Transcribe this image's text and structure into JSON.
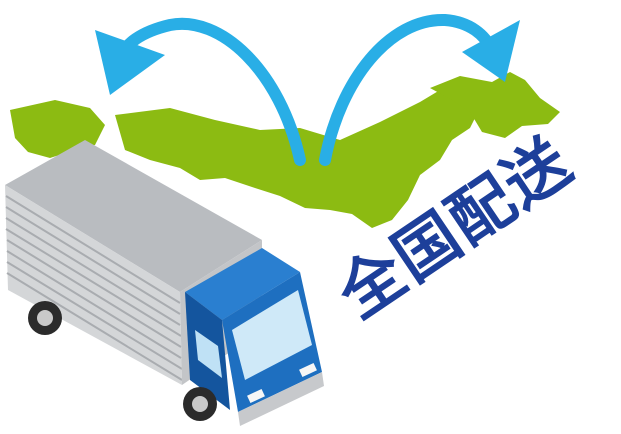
{
  "illustration": {
    "label": "全国配送",
    "colors": {
      "map_green": "#8cbb12",
      "arrow_blue": "#29aee6",
      "truck_blue": "#1e6fc0",
      "cab_dark_blue": "#14559e",
      "cargo_silver": "#d4d6d8",
      "label_navy": "#1d3f9a"
    },
    "icons": [
      "japan-map",
      "curved-arrow-left",
      "curved-arrow-right",
      "delivery-truck"
    ]
  }
}
